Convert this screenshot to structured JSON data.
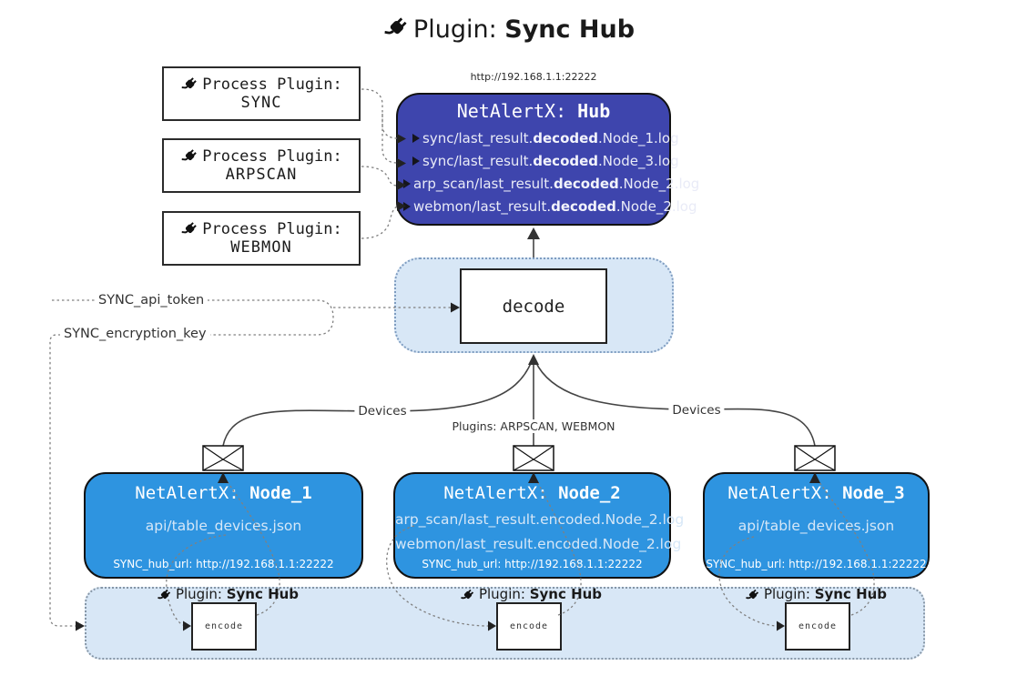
{
  "title": {
    "pre": "Plugin: ",
    "bold": "Sync Hub"
  },
  "hub": {
    "url": "http://192.168.1.1:22222",
    "title_pre": "NetAlertX: ",
    "title_bold": "Hub",
    "logs": [
      {
        "pre": "sync/last_result.",
        "bold": "decoded",
        "post": ".Node_1.log"
      },
      {
        "pre": "sync/last_result.",
        "bold": "decoded",
        "post": ".Node_3.log"
      },
      {
        "pre": "arp_scan/last_result.",
        "bold": "decoded",
        "post": ".Node_2.log"
      },
      {
        "pre": "webmon/last_result.",
        "bold": "decoded",
        "post": ".Node_2.log"
      }
    ]
  },
  "process_plugins": [
    {
      "label": "Process Plugin:",
      "name": "SYNC"
    },
    {
      "label": "Process Plugin:",
      "name": "ARPSCAN"
    },
    {
      "label": "Process Plugin:",
      "name": "WEBMON"
    }
  ],
  "decode_label": "decode",
  "secrets": {
    "api_token": "SYNC_api_token",
    "encryption_key": "SYNC_encryption_key"
  },
  "edge_labels": {
    "devices_left": "Devices",
    "plugins_middle": "Plugins: ARPSCAN, WEBMON",
    "devices_right": "Devices"
  },
  "nodes": [
    {
      "title_pre": "NetAlertX: ",
      "title_bold": "Node_1",
      "files": [
        "api/table_devices.json"
      ],
      "hub_url": "SYNC_hub_url: http://192.168.1.1:22222"
    },
    {
      "title_pre": "NetAlertX: ",
      "title_bold": "Node_2",
      "files": [
        "arp_scan/last_result.encoded.Node_2.log",
        "webmon/last_result.encoded.Node_2.log"
      ],
      "hub_url": "SYNC_hub_url: http://192.168.1.1:22222"
    },
    {
      "title_pre": "NetAlertX: ",
      "title_bold": "Node_3",
      "files": [
        "api/table_devices.json"
      ],
      "hub_url": "SYNC_hub_url: http://192.168.1.1:22222"
    }
  ],
  "encoders": [
    {
      "pre": "Plugin: ",
      "bold": "Sync Hub",
      "box_label": "encode"
    },
    {
      "pre": "Plugin: ",
      "bold": "Sync Hub",
      "box_label": "encode"
    },
    {
      "pre": "Plugin: ",
      "bold": "Sync Hub",
      "box_label": "encode"
    }
  ],
  "colors": {
    "hub_fill": "#3E45AD",
    "node_fill": "#2E94E0",
    "band_fill": "#D8E7F6",
    "band_border": "#8696A6",
    "line": "#444444",
    "dotted_line": "#808080"
  }
}
